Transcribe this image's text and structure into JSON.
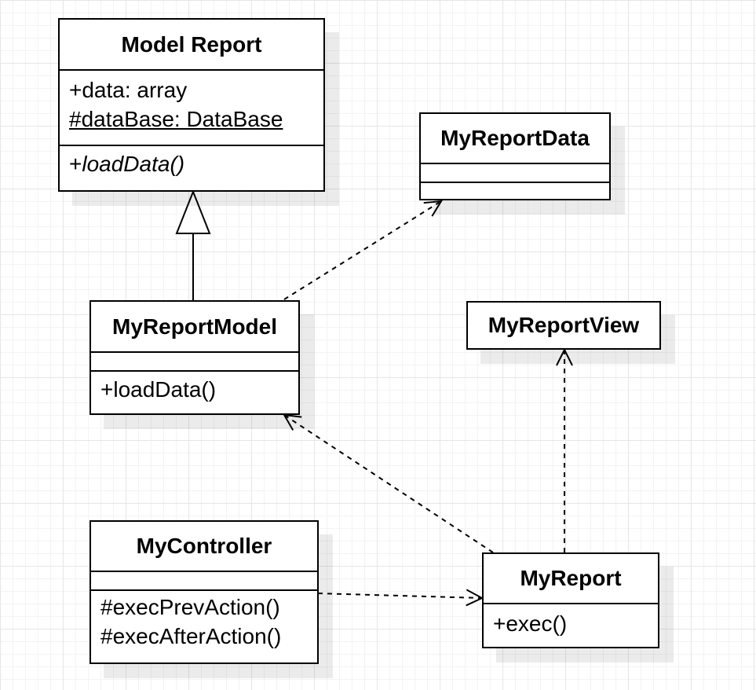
{
  "classes": {
    "model_report": {
      "name": "Model Report",
      "attributes": [
        "+data: array",
        "#dataBase: DataBase"
      ],
      "operations_prefix": "+",
      "operations": [
        "loadData()"
      ]
    },
    "my_report_data": {
      "name": "MyReportData"
    },
    "my_report_model": {
      "name": "MyReportModel",
      "operations": [
        "+loadData()"
      ]
    },
    "my_report_view": {
      "name": "MyReportView"
    },
    "my_controller": {
      "name": "MyController",
      "operations": [
        "#execPrevAction()",
        "#execAfterAction()"
      ]
    },
    "my_report": {
      "name": "MyReport",
      "operations": [
        "+exec()"
      ]
    }
  },
  "relationships": [
    {
      "type": "generalization",
      "from": "MyReportModel",
      "to": "Model Report"
    },
    {
      "type": "dependency",
      "from": "MyReportModel",
      "to": "MyReportData"
    },
    {
      "type": "dependency",
      "from": "MyReport",
      "to": "MyReportModel"
    },
    {
      "type": "dependency",
      "from": "MyReport",
      "to": "MyReportView"
    },
    {
      "type": "dependency",
      "from": "MyController",
      "to": "MyReport"
    }
  ]
}
